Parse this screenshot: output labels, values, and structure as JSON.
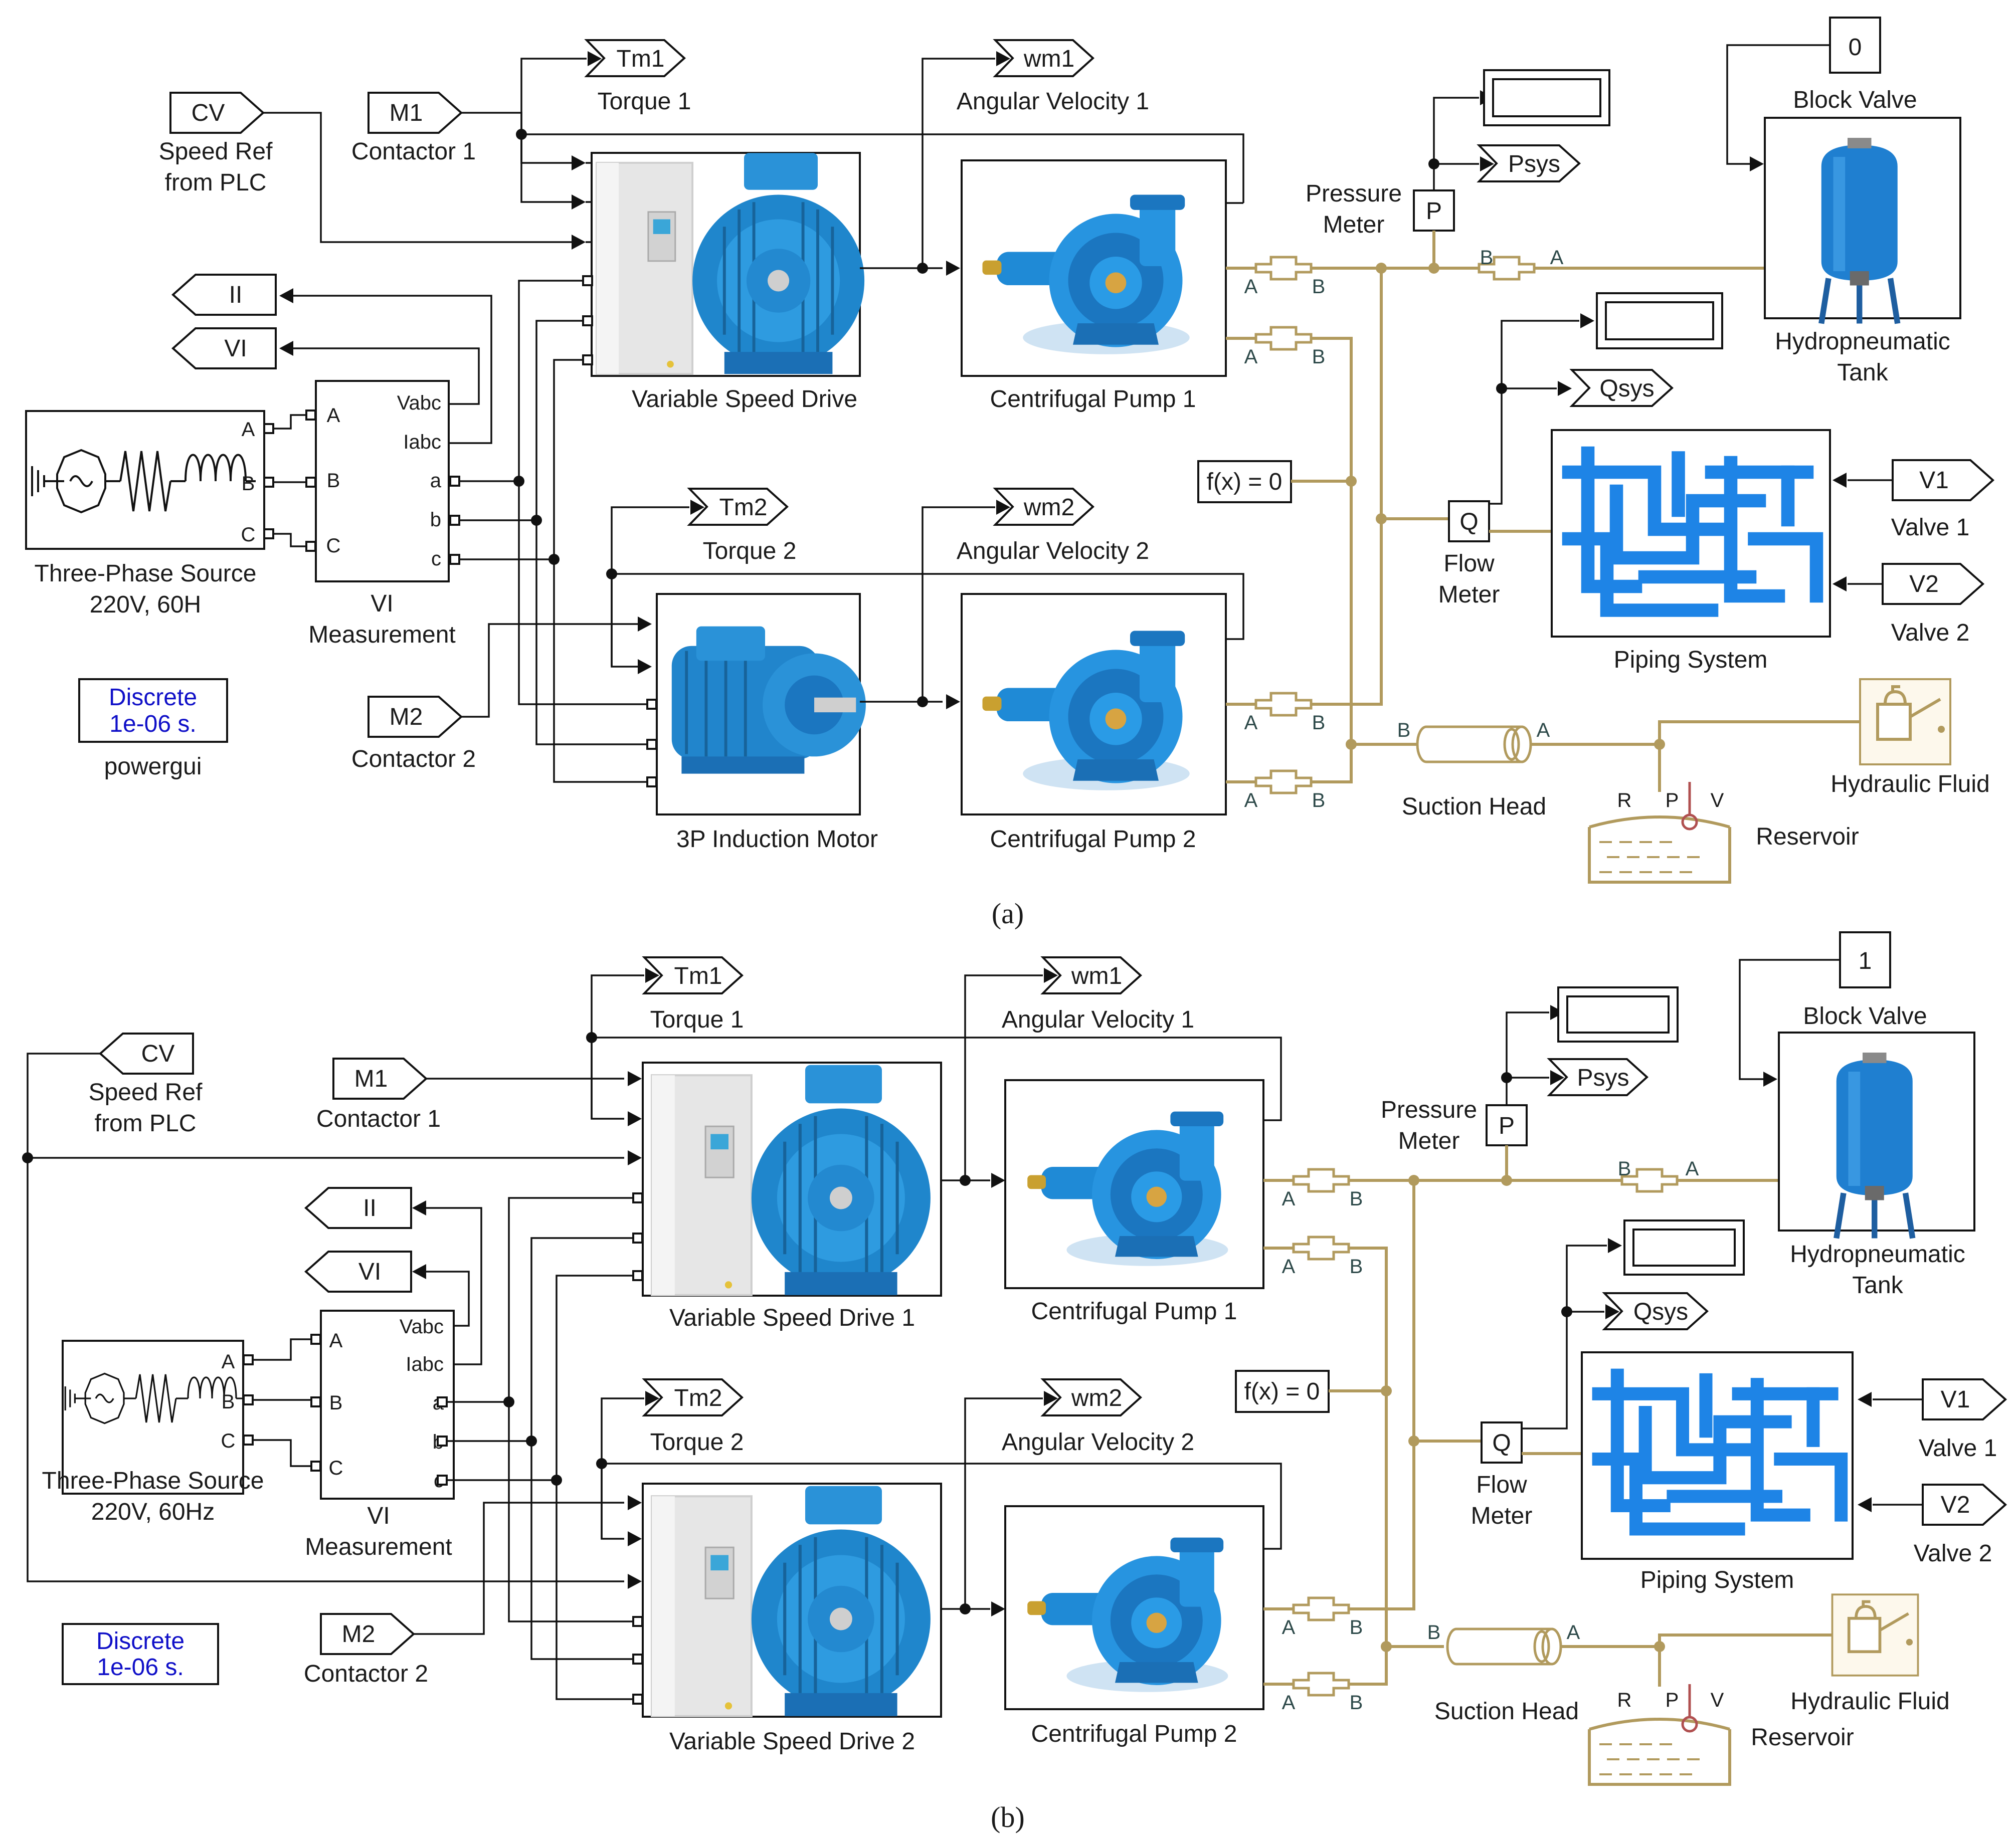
{
  "colors": {
    "signal_line": "#111111",
    "physical_line": "#b19a5d",
    "powergui_text": "#1010c8",
    "equipment_blue": "#1e88d6",
    "drive_grey": "#e6e6e6"
  },
  "captions": {
    "a": "(a)",
    "b": "(b)"
  },
  "ports": {
    "A": "A",
    "B": "B",
    "C": "C",
    "a": "a",
    "b": "b",
    "c": "c",
    "Vabc": "Vabc",
    "Iabc": "Iabc",
    "R": "R",
    "P": "P",
    "V": "V"
  },
  "panel_a": {
    "tags": {
      "cv": "CV",
      "m1": "M1",
      "m2": "M2",
      "tm1": "Tm1",
      "wm1": "wm1",
      "tm2": "Tm2",
      "wm2": "wm2",
      "ii": "II",
      "vi": "VI",
      "psys": "Psys",
      "qsys": "Qsys",
      "v1": "V1",
      "v2": "V2"
    },
    "labels": {
      "speed_ref": [
        "Speed Ref",
        "from PLC"
      ],
      "contactor1": "Contactor 1",
      "contactor2": "Contactor 2",
      "torque1": "Torque 1",
      "torque2": "Torque 2",
      "angvel1": "Angular Velocity 1",
      "angvel2": "Angular Velocity 2",
      "drive1": "Variable Speed Drive",
      "motor2": "3P Induction Motor",
      "pump1": "Centrifugal Pump 1",
      "pump2": "Centrifugal Pump 2",
      "source": [
        "Three-Phase Source",
        "220V, 60H"
      ],
      "vi_meas": [
        "VI",
        "Measurement"
      ],
      "powergui": "powergui",
      "pressure_meter": [
        "Pressure",
        "Meter"
      ],
      "flow_meter": [
        "Flow",
        "Meter"
      ],
      "block_valve": "Block Valve",
      "block_valve_value": "0",
      "tank": [
        "Hydropneumatic",
        "Tank"
      ],
      "piping": "Piping System",
      "valve1": "Valve 1",
      "valve2": "Valve 2",
      "suction": "Suction Head",
      "reservoir": "Reservoir",
      "fluid": "Hydraulic Fluid",
      "solver": "f(x) = 0",
      "pm_letter": "P",
      "fm_letter": "Q"
    },
    "powergui": [
      "Discrete",
      "1e-06 s."
    ]
  },
  "panel_b": {
    "tags": {
      "cv": "CV",
      "m1": "M1",
      "m2": "M2",
      "tm1": "Tm1",
      "wm1": "wm1",
      "tm2": "Tm2",
      "wm2": "wm2",
      "ii": "II",
      "vi": "VI",
      "psys": "Psys",
      "qsys": "Qsys",
      "v1": "V1",
      "v2": "V2"
    },
    "labels": {
      "speed_ref": [
        "Speed Ref",
        "from PLC"
      ],
      "contactor1": "Contactor 1",
      "contactor2": "Contactor 2",
      "torque1": "Torque 1",
      "torque2": "Torque 2",
      "angvel1": "Angular Velocity 1",
      "angvel2": "Angular Velocity 2",
      "drive1": "Variable Speed Drive 1",
      "drive2": "Variable Speed Drive 2",
      "pump1": "Centrifugal Pump 1",
      "pump2": "Centrifugal Pump 2",
      "source": [
        "Three-Phase Source",
        "220V, 60Hz"
      ],
      "vi_meas": [
        "VI",
        "Measurement"
      ],
      "pressure_meter": [
        "Pressure",
        "Meter"
      ],
      "flow_meter": [
        "Flow",
        "Meter"
      ],
      "block_valve": "Block Valve",
      "block_valve_value": "1",
      "tank": [
        "Hydropneumatic",
        "Tank"
      ],
      "piping": "Piping System",
      "valve1": "Valve 1",
      "valve2": "Valve 2",
      "suction": "Suction Head",
      "reservoir": "Reservoir",
      "fluid": "Hydraulic Fluid",
      "solver": "f(x) = 0",
      "pm_letter": "P",
      "fm_letter": "Q"
    },
    "powergui": [
      "Discrete",
      "1e-06 s."
    ]
  }
}
